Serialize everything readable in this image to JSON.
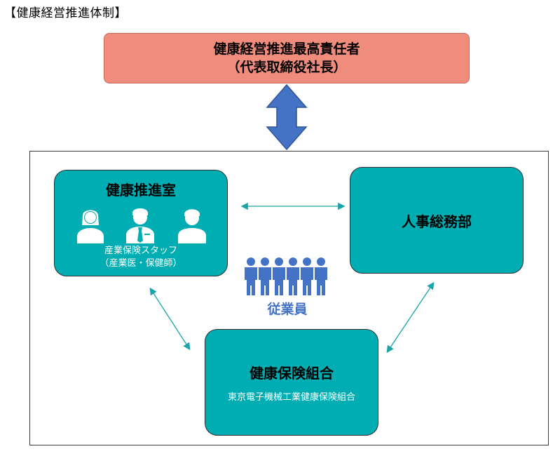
{
  "heading": "【健康経営推進体制】",
  "top_box": {
    "line1": "健康経営推進最高責任者",
    "line2": "（代表取締役社長）",
    "fill": "#f08c7b"
  },
  "health_promotion": {
    "title": "健康推進室",
    "sub1": "産業保険スタッフ",
    "sub2": "（産業医・保健師）"
  },
  "hr": {
    "title": "人事総務部"
  },
  "union": {
    "title": "健康保険組合",
    "subtitle": "東京電子機械工業健康保険組合"
  },
  "employees": {
    "label": "従業員",
    "color": "#4472c4"
  },
  "colors": {
    "teal": "#00adb3",
    "arrow_blue": "#4472c4",
    "connector": "#1aa3a8"
  },
  "icons": [
    "female-staff-icon",
    "male-doctor-icon",
    "male-staff-icon",
    "employees-group-icon",
    "double-arrow-icon"
  ]
}
